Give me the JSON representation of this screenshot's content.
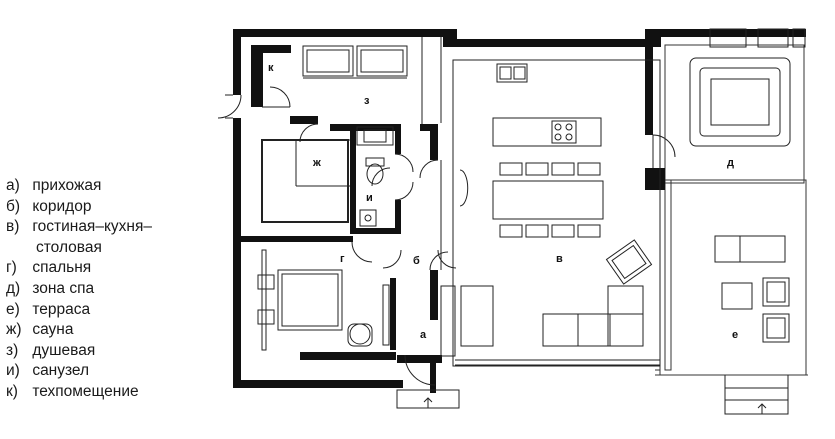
{
  "legend": [
    {
      "key": "а)",
      "text": "прихожая"
    },
    {
      "key": "б)",
      "text": "коридор"
    },
    {
      "key": "в)",
      "text": "гостиная–кухня–"
    },
    {
      "key": "",
      "text": "столовая"
    },
    {
      "key": "г)",
      "text": "спальня"
    },
    {
      "key": "д)",
      "text": "зона спа"
    },
    {
      "key": "е)",
      "text": "терраса"
    },
    {
      "key": "ж)",
      "text": "сауна"
    },
    {
      "key": "з)",
      "text": "душевая"
    },
    {
      "key": "и)",
      "text": "санузел"
    },
    {
      "key": "к)",
      "text": "техпомещение"
    }
  ],
  "room_labels": {
    "a": "а",
    "b": "б",
    "v": "в",
    "g": "г",
    "d": "д",
    "e": "е",
    "zh": "ж",
    "z": "з",
    "i": "и",
    "k": "к"
  },
  "colors": {
    "wall": "#111111",
    "line": "#222222",
    "background": "#ffffff"
  }
}
